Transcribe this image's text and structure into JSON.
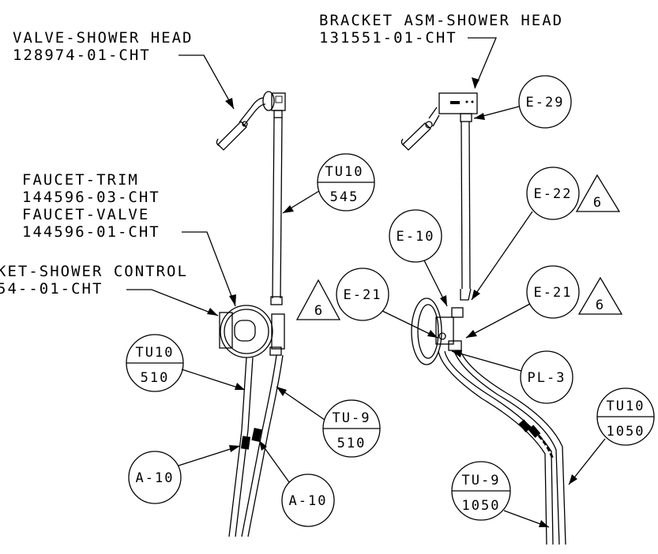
{
  "part_labels": {
    "bracket_asm_name": "BRACKET ASM-SHOWER HEAD",
    "bracket_asm_part": "131551-01-CHT",
    "valve_name": "VALVE-SHOWER HEAD",
    "valve_part": "128974-01-CHT",
    "faucet_trim_name": "FAUCET-TRIM",
    "faucet_trim_part": "144596-03-CHT",
    "faucet_valve_name": "FAUCET-VALVE",
    "faucet_valve_part": "144596-01-CHT",
    "bracket_control_name": "KET-SHOWER CONTROL",
    "bracket_control_part": "54--01-CHT"
  },
  "bubbles": {
    "e29": "E-29",
    "e22": "E-22",
    "e10": "E-10",
    "e21_left": "E-21",
    "e21_right": "E-21",
    "pl3": "PL-3",
    "a10_left": "A-10",
    "a10_right": "A-10"
  },
  "split_bubbles": {
    "tu10_545": {
      "top": "TU10",
      "bottom": "545"
    },
    "tu10_510": {
      "top": "TU10",
      "bottom": "510"
    },
    "tu9_510": {
      "top": "TU-9",
      "bottom": "510"
    },
    "tu10_1050": {
      "top": "TU10",
      "bottom": "1050"
    },
    "tu9_1050": {
      "top": "TU-9",
      "bottom": "1050"
    }
  },
  "revision_triangles": {
    "left": "6",
    "right_top": "6",
    "right_bottom": "6"
  }
}
